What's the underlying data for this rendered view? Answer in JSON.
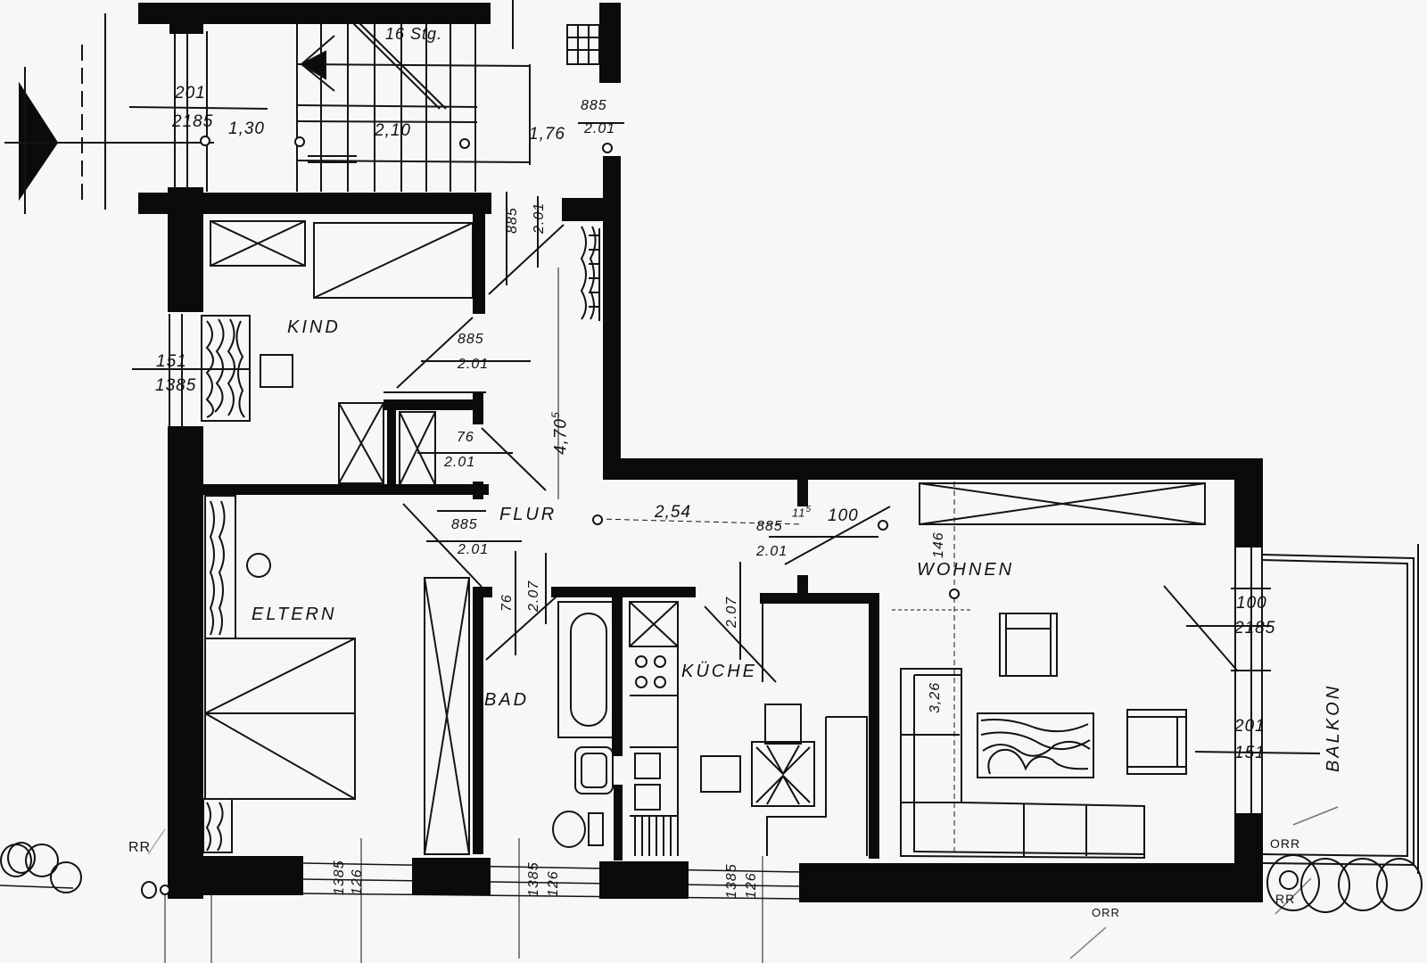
{
  "plan": {
    "rooms": {
      "kind": "KIND",
      "eltern": "ELTERN",
      "flur": "FLUR",
      "bad": "BAD",
      "kueche": "KÜCHE",
      "wohnen": "WOHNEN",
      "balkon": "BALKON"
    },
    "stair": {
      "steps_label": "16 Stg.",
      "width": "2,10"
    },
    "dimensions": {
      "entry_window_top": "201",
      "entry_window_bottom": "2185",
      "entry_width": "1,30",
      "landing_width": "1,76",
      "door_top_a": "885",
      "door_top_b": "2.01",
      "door_stair_a": "885",
      "door_stair_b": "2.01",
      "door_kind_a": "885",
      "door_kind_b": "2.01",
      "kind_window_top": "151",
      "kind_window_bottom": "1385",
      "closet_door_a": "76",
      "closet_door_b": "2.01",
      "flur_length": "4,70",
      "flur_length_sup": "5",
      "door_eltern_a": "885",
      "door_eltern_b": "2.01",
      "door_bad_a": "76",
      "door_bad_b": "2.07",
      "flur_width": "2,54",
      "door_kueche_a": "885",
      "door_kueche_b": "2.07",
      "door_wohnen_a": "885",
      "door_wohnen_b": "2.01",
      "wohnen_offset": "11",
      "wohnen_offset_sup": "5",
      "wohnen_door_width": "100",
      "wohnen_depth_top": "146",
      "wohnen_depth": "3,26",
      "balkon_door_top": "100",
      "balkon_door_bottom": "2185",
      "balkon_window_top": "201",
      "balkon_window_bottom": "151",
      "south_window_1_top": "1385",
      "south_window_1_bottom": "126",
      "south_window_2_top": "1385",
      "south_window_2_bottom": "126",
      "south_window_3_top": "1385",
      "south_window_3_bottom": "126"
    },
    "annotations": {
      "rr_left": "RR",
      "orr_balkon": "ORR",
      "rr_balkon": "RR",
      "orr_bottom": "ORR"
    },
    "colors": {
      "wall": "#0b0b0b",
      "paper": "#f7f7f5"
    }
  }
}
